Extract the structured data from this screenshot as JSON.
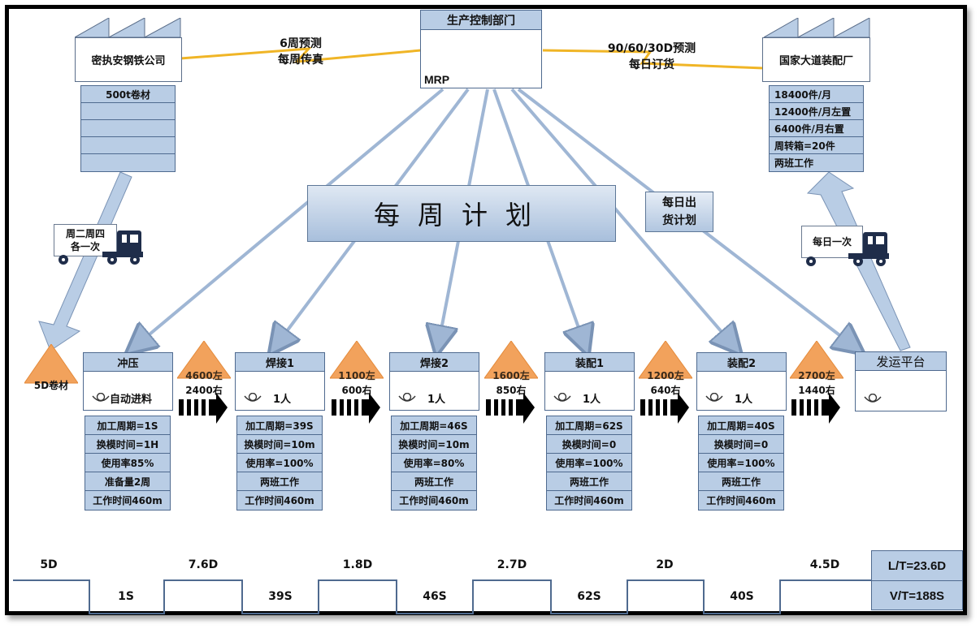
{
  "supplier": {
    "name": "密执安钢铁公司",
    "inventory_header": "500t卷材",
    "inventory_rows": [
      "",
      "",
      "",
      ""
    ]
  },
  "control": {
    "title": "生产控制部门",
    "system": "MRP"
  },
  "customer": {
    "name": "国家大道装配厂",
    "data": [
      "18400件/月",
      "12400件/月左置",
      "6400件/月右置",
      "周转箱=20件",
      "两班工作"
    ]
  },
  "info_flows": {
    "supplier_link": [
      "6周预测",
      "每周传真"
    ],
    "customer_link": [
      "90/60/30D预测",
      "每日订货"
    ]
  },
  "weekly_plan": "每周计划",
  "daily_ship_plan": [
    "每日出",
    "货计划"
  ],
  "trucks": {
    "inbound": [
      "周二周四",
      "各一次"
    ],
    "outbound": "每日一次"
  },
  "raw_inventory": "5D卷材",
  "processes": [
    {
      "name": "冲压",
      "operator": "自动进料",
      "data": [
        "加工周期=1S",
        "换模时间=1H",
        "使用率85%",
        "准备量2周",
        "工作时间460m"
      ]
    },
    {
      "name": "焊接1",
      "operator": "1人",
      "data": [
        "加工周期=39S",
        "换模时间=10m",
        "使用率=100%",
        "两班工作",
        "工作时间460m"
      ]
    },
    {
      "name": "焊接2",
      "operator": "1人",
      "data": [
        "加工周期=46S",
        "换模时间=10m",
        "使用率=80%",
        "两班工作",
        "工作时间460m"
      ]
    },
    {
      "name": "装配1",
      "operator": "1人",
      "data": [
        "加工周期=62S",
        "换模时间=0",
        "使用率=100%",
        "两班工作",
        "工作时间460m"
      ]
    },
    {
      "name": "装配2",
      "operator": "1人",
      "data": [
        "加工周期=40S",
        "换模时间=0",
        "使用率=100%",
        "两班工作",
        "工作时间460m"
      ]
    }
  ],
  "shipping": {
    "name": "发运平台"
  },
  "inventories": [
    {
      "left": "4600左",
      "right": "2400右"
    },
    {
      "left": "1100左",
      "right": "600右"
    },
    {
      "left": "1600左",
      "right": "850右"
    },
    {
      "left": "1200左",
      "right": "640右"
    },
    {
      "left": "2700左",
      "right": "1440右"
    }
  ],
  "timeline": {
    "wait_times": [
      "5D",
      "7.6D",
      "1.8D",
      "2.7D",
      "2D",
      "4.5D"
    ],
    "process_times": [
      "1S",
      "39S",
      "46S",
      "62S",
      "40S"
    ],
    "lead_time": "L/T=23.6D",
    "value_time": "V/T=188S"
  },
  "colors": {
    "box_fill": "#b9cde5",
    "box_border": "#4f6a8f",
    "inventory_triangle": "#f2a25c",
    "info_arrow": "#f0b526",
    "truck": "#1f2d4a"
  }
}
